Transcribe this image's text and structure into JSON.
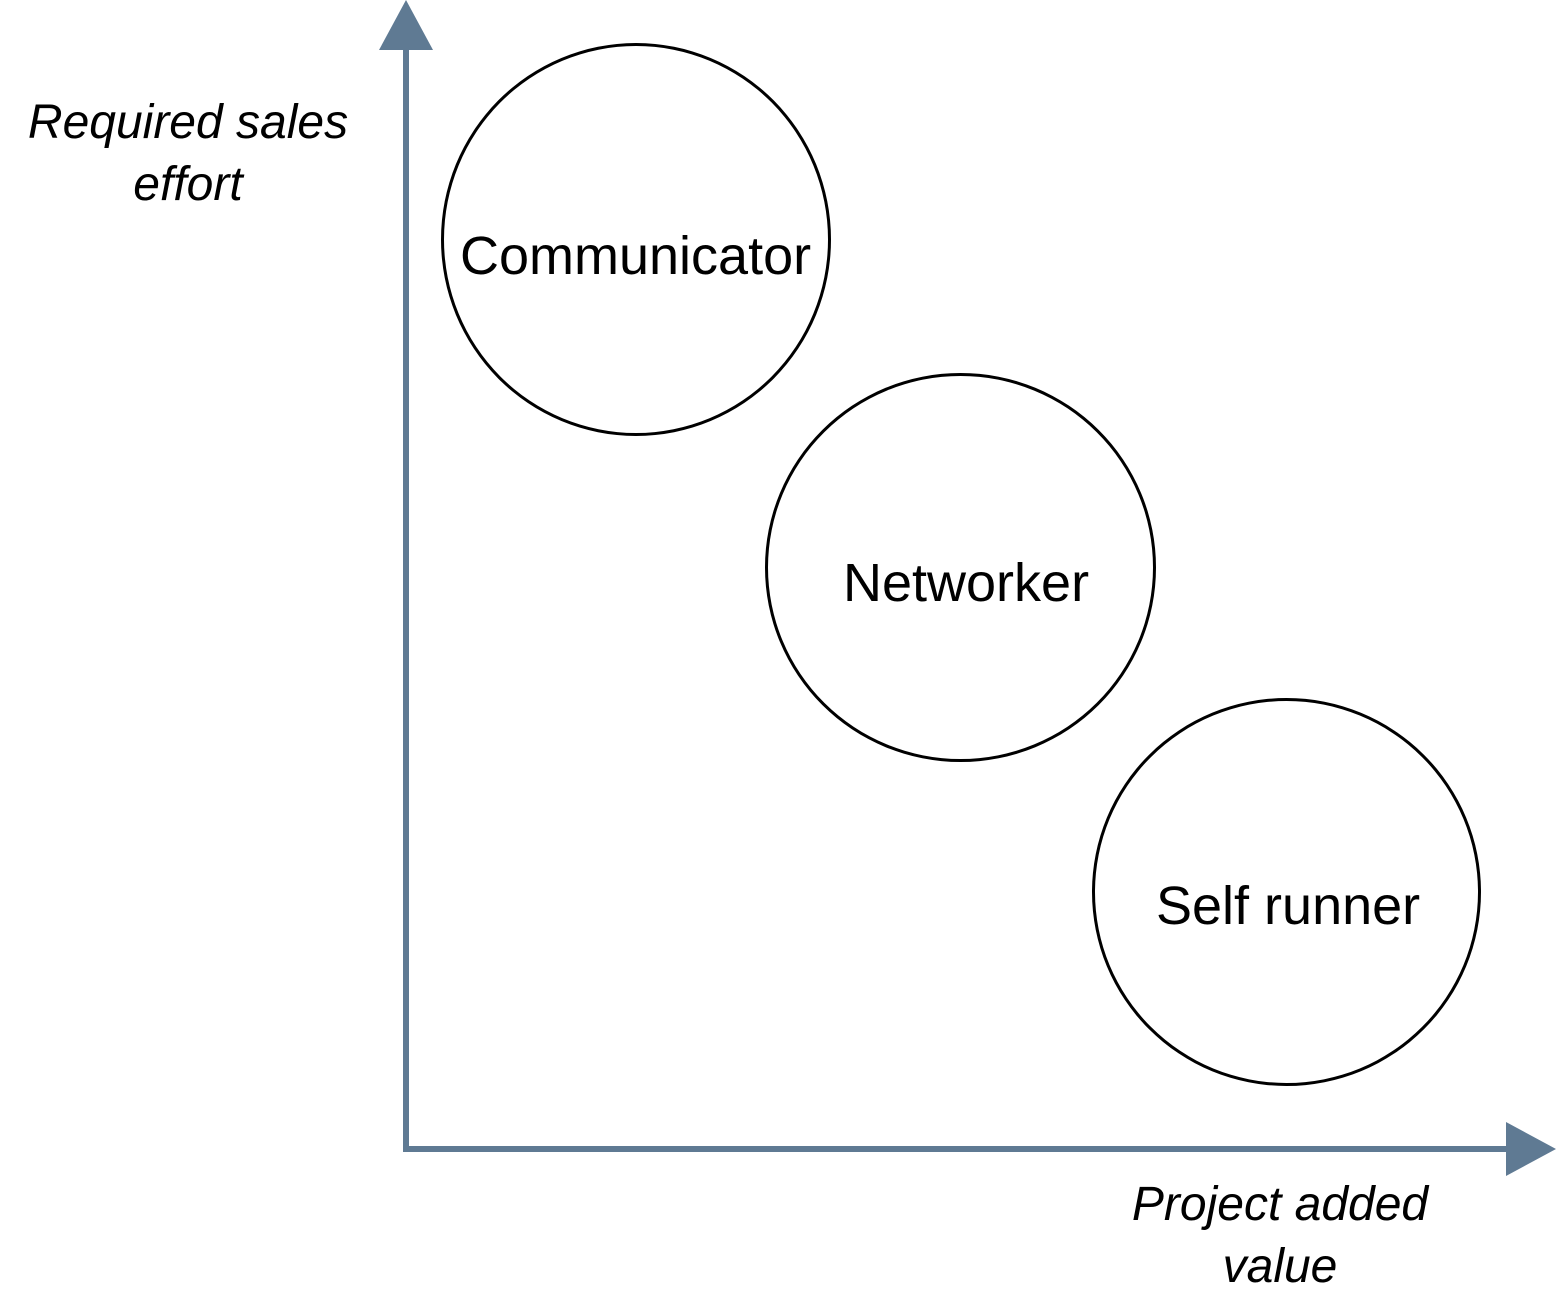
{
  "axes": {
    "y_label": "Required sales effort",
    "x_label": "Project added value",
    "color": "#5f7a93"
  },
  "nodes": [
    {
      "id": "communicator",
      "label": "Communicator"
    },
    {
      "id": "networker",
      "label": "Networker"
    },
    {
      "id": "self_runner",
      "label": "Self runner"
    }
  ]
}
